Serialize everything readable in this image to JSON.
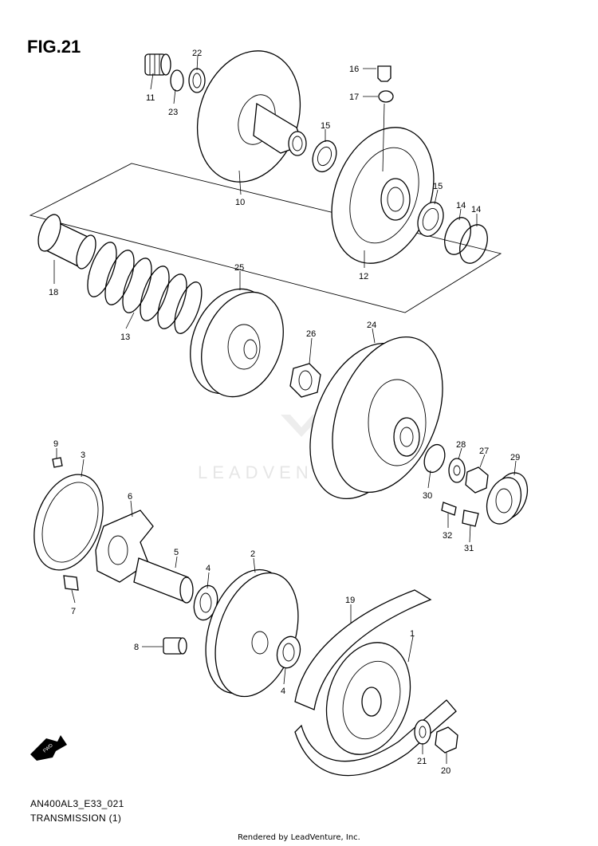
{
  "figure": {
    "title": "FIG.21",
    "code": "AN400AL3_E33_021",
    "name": "TRANSMISSION (1)"
  },
  "watermark": "LEADVENTURE",
  "footer": "Rendered by LeadVenture, Inc.",
  "fwd_label": "FWD",
  "callouts": [
    "1",
    "2",
    "3",
    "4",
    "4",
    "5",
    "6",
    "7",
    "8",
    "9",
    "10",
    "11",
    "12",
    "13",
    "14",
    "14",
    "15",
    "15",
    "16",
    "17",
    "18",
    "19",
    "20",
    "21",
    "22",
    "23",
    "24",
    "25",
    "26",
    "27",
    "28",
    "29",
    "30",
    "31",
    "32"
  ]
}
